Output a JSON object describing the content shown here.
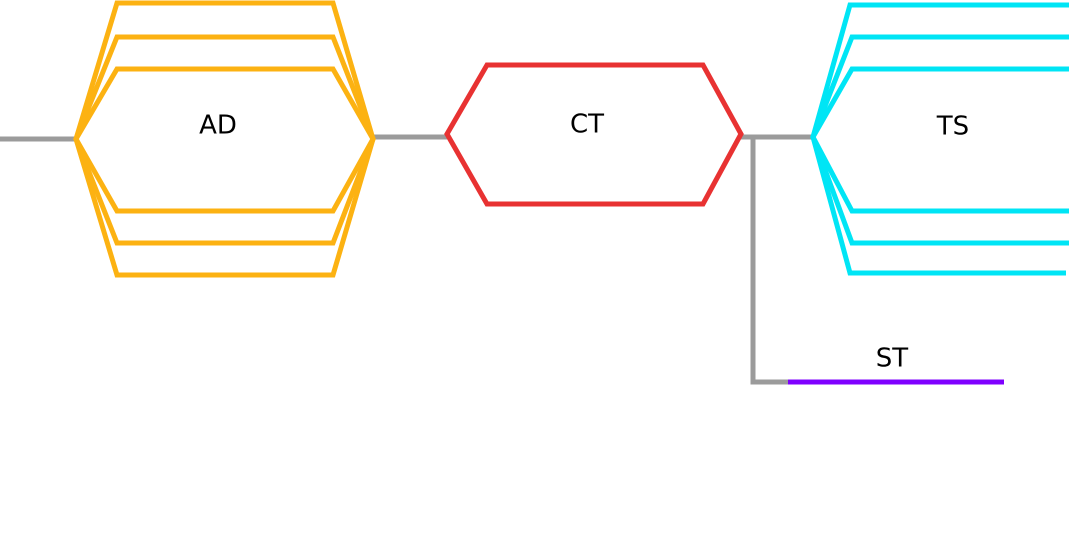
{
  "diagram": {
    "colors": {
      "connector": "#9b9b9b",
      "ad": "#fcb212",
      "ct": "#e83232",
      "ts": "#00e5f5",
      "st": "#7f00ff"
    },
    "nodes": {
      "ad": {
        "label": "AD"
      },
      "ct": {
        "label": "CT"
      },
      "ts": {
        "label": "TS"
      },
      "st": {
        "label": "ST"
      }
    }
  }
}
